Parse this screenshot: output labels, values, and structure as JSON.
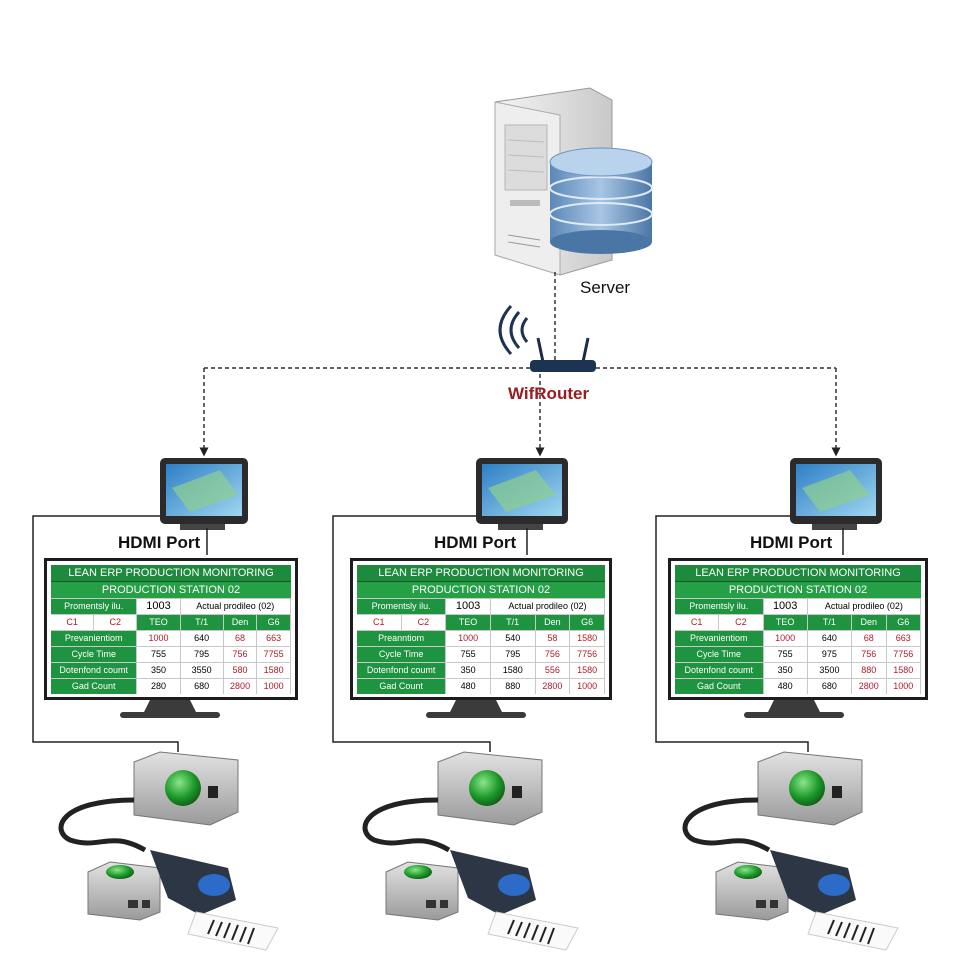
{
  "server": {
    "label": "Server"
  },
  "router": {
    "label": "WifRouter"
  },
  "stations": [
    {
      "hdmi_label": "HDMI Port",
      "title": "LEAN ERP PRODUCTION MONITORING SYSTEM",
      "subtitle": "PRODUCTION STATION 02",
      "info": {
        "left_label": "Promentsly ilu.",
        "value": "1003",
        "right_label": "Actual prodileo (02)"
      },
      "header": [
        "C1",
        "C2",
        "TEO",
        "T/1",
        "Den",
        "G6"
      ],
      "rows": [
        {
          "label": "Prevanientiom",
          "values": [
            "1000",
            "640",
            "68",
            "663"
          ]
        },
        {
          "label": "Cycle Time",
          "values": [
            "755",
            "795",
            "756",
            "7755"
          ]
        },
        {
          "label": "Dotenfond coumt",
          "values": [
            "350",
            "3550",
            "580",
            "1580"
          ]
        },
        {
          "label": "Gad Count",
          "values": [
            "280",
            "680",
            "2800",
            "1000"
          ]
        }
      ]
    },
    {
      "hdmi_label": "HDMI Port",
      "title": "LEAN ERP PRODUCTION MONITORING SYSTEM",
      "subtitle": "PRODUCTION STATION 02",
      "info": {
        "left_label": "Promentsly ilu.",
        "value": "1003",
        "right_label": "Actual prodileo (02)"
      },
      "header": [
        "C1",
        "C2",
        "TEO",
        "T/1",
        "Den",
        "G6"
      ],
      "rows": [
        {
          "label": "Preanntiom",
          "values": [
            "1000",
            "540",
            "58",
            "1580"
          ]
        },
        {
          "label": "Cycle Time",
          "values": [
            "755",
            "795",
            "756",
            "7756"
          ]
        },
        {
          "label": "Dotenfond coumt",
          "values": [
            "350",
            "1580",
            "556",
            "1580"
          ]
        },
        {
          "label": "Gad Count",
          "values": [
            "480",
            "880",
            "2800",
            "1000"
          ]
        }
      ]
    },
    {
      "hdmi_label": "HDMI Port",
      "title": "LEAN ERP PRODUCTION MONITORING SYSTEM",
      "subtitle": "PRODUCTION STATION 02",
      "info": {
        "left_label": "Promentsly ilu.",
        "value": "1003",
        "right_label": "Actual prodileo (02)"
      },
      "header": [
        "C1",
        "C2",
        "TEO",
        "T/1",
        "Den",
        "G6"
      ],
      "rows": [
        {
          "label": "Prevanientiom",
          "values": [
            "1000",
            "640",
            "68",
            "663"
          ]
        },
        {
          "label": "Cycle Time",
          "values": [
            "755",
            "975",
            "756",
            "7756"
          ]
        },
        {
          "label": "Dotenfond coumt",
          "values": [
            "350",
            "3500",
            "880",
            "1580"
          ]
        },
        {
          "label": "Gad Count",
          "values": [
            "480",
            "680",
            "2800",
            "1000"
          ]
        }
      ]
    }
  ]
}
